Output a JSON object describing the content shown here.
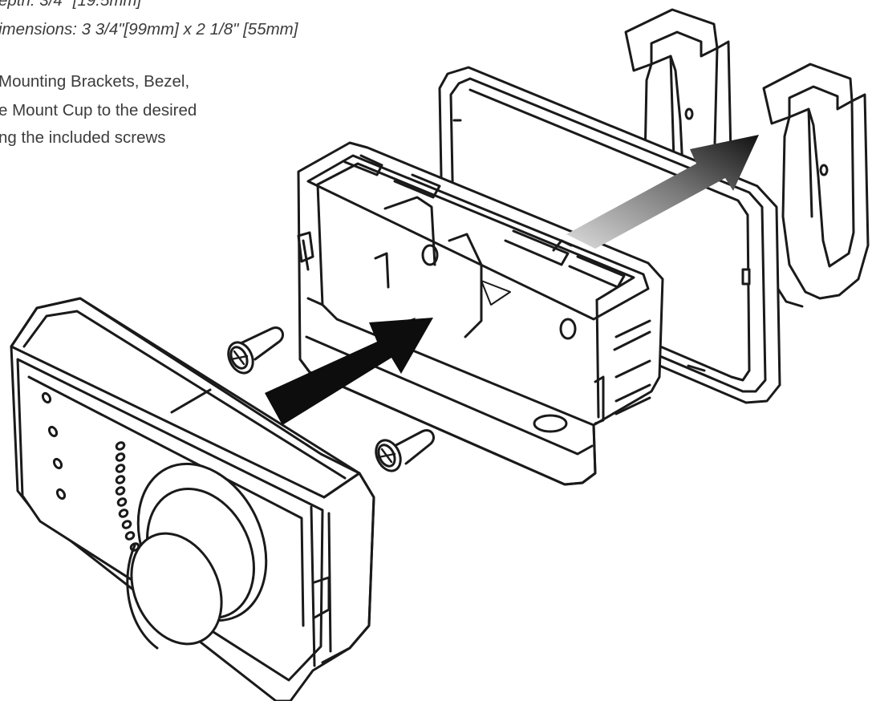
{
  "specs": {
    "depth": "epth: 3/4\" [19.5mm]",
    "dimensions": "imensions: 3 3/4\"[99mm] x 2 1/8\" [55mm]"
  },
  "instructions": {
    "line1": "Mounting Brackets, Bezel,",
    "line2": "e Mount Cup to the desired",
    "line3": "ng the included screws"
  },
  "colors": {
    "line": "#1a1a1a",
    "fill": "#ffffff",
    "arrow_dark": "#111111",
    "arrow_gradient_light": "#d8d8d8"
  },
  "parts": [
    "control-knob-unit",
    "screw",
    "screw",
    "mount-cup",
    "bezel",
    "mounting-bracket",
    "mounting-bracket"
  ]
}
